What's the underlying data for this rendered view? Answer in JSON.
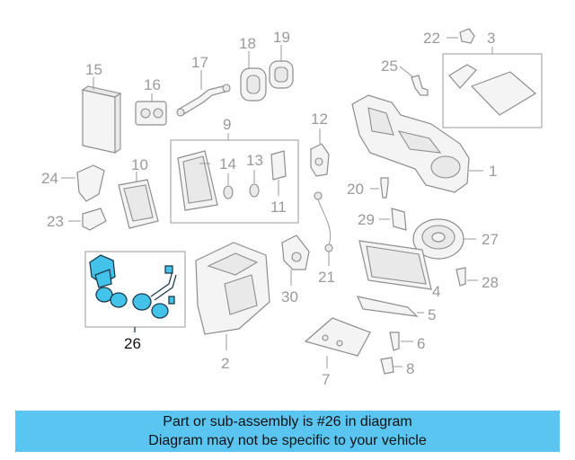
{
  "diagram": {
    "labels": {
      "l1": "1",
      "l2": "2",
      "l3": "3",
      "l4": "4",
      "l5": "5",
      "l6": "6",
      "l7": "7",
      "l8": "8",
      "l9": "9",
      "l10": "10",
      "l11": "11",
      "l12": "12",
      "l13": "13",
      "l14": "14",
      "l15": "15",
      "l16": "16",
      "l17": "17",
      "l18": "18",
      "l19": "19",
      "l20": "20",
      "l21": "21",
      "l22": "22",
      "l23": "23",
      "l24": "24",
      "l25": "25",
      "l26": "26",
      "l27": "27",
      "l28": "28",
      "l29": "29",
      "l30": "30"
    },
    "highlighted_part": "26",
    "highlight_color": "#43c3ea"
  },
  "banner": {
    "line1": "Part or sub-assembly is #26 in diagram",
    "line2": "Diagram may not be specific to your vehicle",
    "color": "#5bc5f2"
  }
}
